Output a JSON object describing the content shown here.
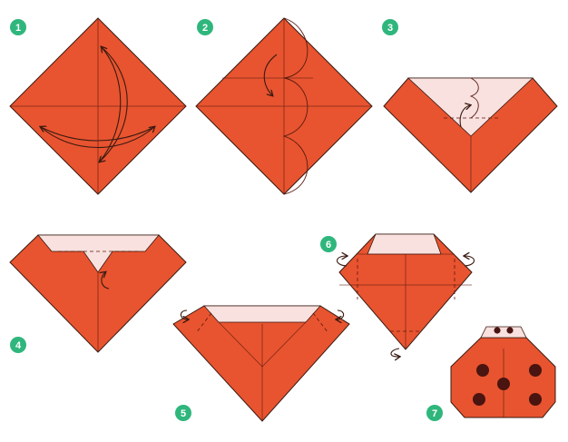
{
  "colors": {
    "paper_front": "#e8542f",
    "paper_back": "#f8e1df",
    "fold_line": "#5a1a10",
    "outline": "#3a1a12",
    "badge": "#2fb67c",
    "badge_text": "#ffffff",
    "dot": "#4a1410",
    "white": "#ffffff"
  },
  "steps": [
    {
      "number": "1",
      "icon": "diamond-square-icon"
    },
    {
      "number": "2",
      "icon": "fold-edges-to-center-icon"
    },
    {
      "number": "3",
      "icon": "fold-top-down-icon"
    },
    {
      "number": "4",
      "icon": "fold-tip-up-icon"
    },
    {
      "number": "5",
      "icon": "fold-corners-back-icon"
    },
    {
      "number": "6",
      "icon": "fold-sides-back-icon"
    },
    {
      "number": "7",
      "icon": "finished-ladybug-icon"
    }
  ]
}
